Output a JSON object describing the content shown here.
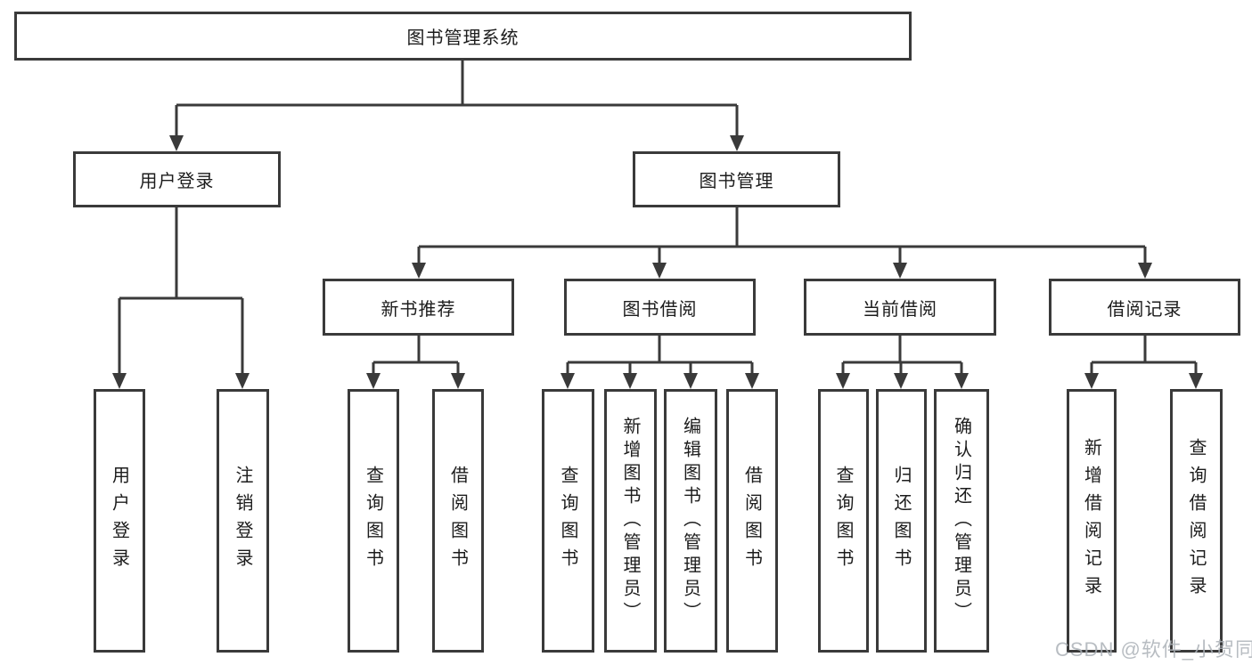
{
  "diagram": {
    "root": {
      "label": "图书管理系统"
    },
    "level2": [
      {
        "label": "用户登录"
      },
      {
        "label": "图书管理"
      }
    ],
    "level3": [
      {
        "label": "新书推荐"
      },
      {
        "label": "图书借阅"
      },
      {
        "label": "当前借阅"
      },
      {
        "label": "借阅记录"
      }
    ],
    "leaves": [
      {
        "label": "用户登录"
      },
      {
        "label": "注销登录"
      },
      {
        "label": "查询图书"
      },
      {
        "label": "借阅图书"
      },
      {
        "label": "查询图书"
      },
      {
        "label": "新增图书（管理员）"
      },
      {
        "label": "编辑图书（管理员）"
      },
      {
        "label": "借阅图书"
      },
      {
        "label": "查询图书"
      },
      {
        "label": "归还图书"
      },
      {
        "label": "确认归还（管理员）"
      },
      {
        "label": "新增借阅记录"
      },
      {
        "label": "查询借阅记录"
      }
    ]
  },
  "watermark": {
    "text": "CSDN @软件_小贺同学"
  },
  "colors": {
    "line": "#3a3a3a",
    "text": "#1c1c1c",
    "background": "#ffffff",
    "watermark": "#acb1b7"
  }
}
